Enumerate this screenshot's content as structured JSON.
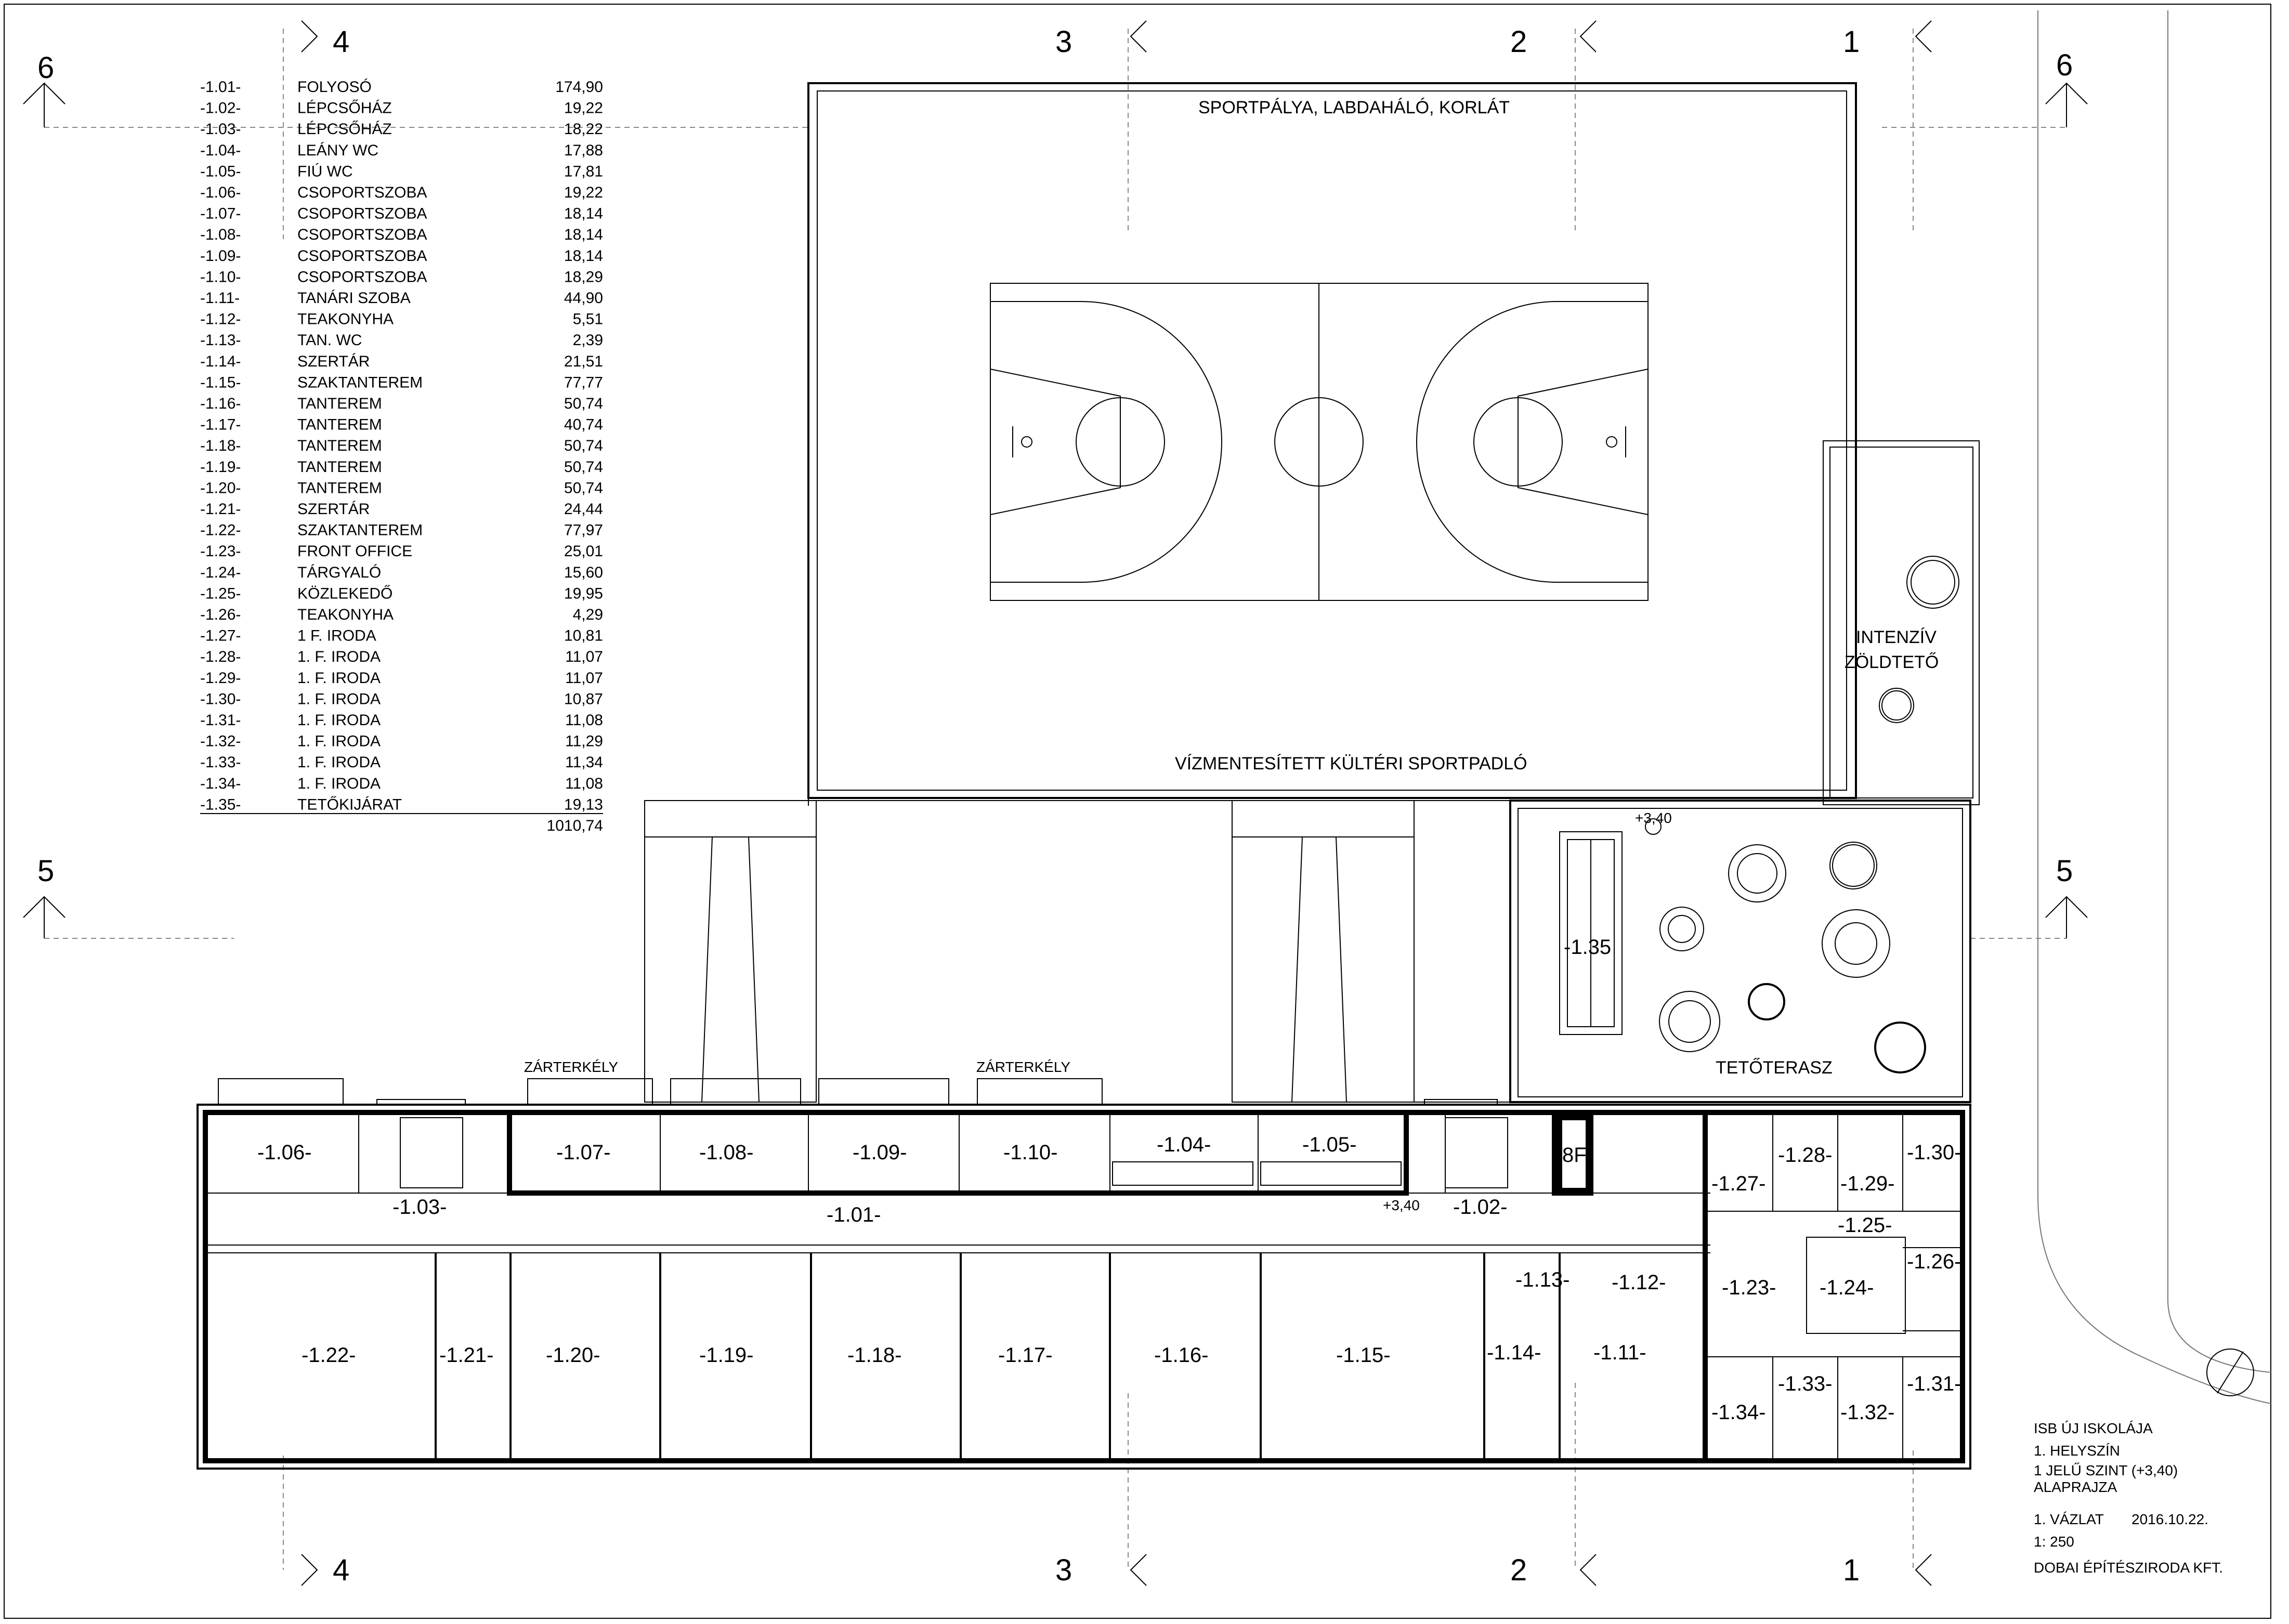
{
  "legend": {
    "rows": [
      {
        "code": "-1.01-",
        "name": "FOLYOSÓ",
        "area": "174,90"
      },
      {
        "code": "-1.02-",
        "name": "LÉPCSŐHÁZ",
        "area": "19,22"
      },
      {
        "code": "-1.03-",
        "name": "LÉPCSŐHÁZ",
        "area": "18,22"
      },
      {
        "code": "-1.04-",
        "name": "LEÁNY WC",
        "area": "17,88"
      },
      {
        "code": "-1.05-",
        "name": "FIÚ WC",
        "area": "17,81"
      },
      {
        "code": "-1.06-",
        "name": "CSOPORTSZOBA",
        "area": "19,22"
      },
      {
        "code": "-1.07-",
        "name": "CSOPORTSZOBA",
        "area": "18,14"
      },
      {
        "code": "-1.08-",
        "name": "CSOPORTSZOBA",
        "area": "18,14"
      },
      {
        "code": "-1.09-",
        "name": "CSOPORTSZOBA",
        "area": "18,14"
      },
      {
        "code": "-1.10-",
        "name": "CSOPORTSZOBA",
        "area": "18,29"
      },
      {
        "code": "-1.11-",
        "name": "TANÁRI SZOBA",
        "area": "44,90"
      },
      {
        "code": "-1.12-",
        "name": "TEAKONYHA",
        "area": "5,51"
      },
      {
        "code": "-1.13-",
        "name": "TAN. WC",
        "area": "2,39"
      },
      {
        "code": "-1.14-",
        "name": "SZERTÁR",
        "area": "21,51"
      },
      {
        "code": "-1.15-",
        "name": "SZAKTANTEREM",
        "area": "77,77"
      },
      {
        "code": "-1.16-",
        "name": "TANTEREM",
        "area": "50,74"
      },
      {
        "code": "-1.17-",
        "name": "TANTEREM",
        "area": "40,74"
      },
      {
        "code": "-1.18-",
        "name": "TANTEREM",
        "area": "50,74"
      },
      {
        "code": "-1.19-",
        "name": "TANTEREM",
        "area": "50,74"
      },
      {
        "code": "-1.20-",
        "name": "TANTEREM",
        "area": "50,74"
      },
      {
        "code": "-1.21-",
        "name": "SZERTÁR",
        "area": "24,44"
      },
      {
        "code": "-1.22-",
        "name": "SZAKTANTEREM",
        "area": "77,97"
      },
      {
        "code": "-1.23-",
        "name": "FRONT OFFICE",
        "area": "25,01"
      },
      {
        "code": "-1.24-",
        "name": "TÁRGYALÓ",
        "area": "15,60"
      },
      {
        "code": "-1.25-",
        "name": "KÖZLEKEDŐ",
        "area": "19,95"
      },
      {
        "code": "-1.26-",
        "name": "TEAKONYHA",
        "area": "4,29"
      },
      {
        "code": "-1.27-",
        "name": "1 F. IRODA",
        "area": "10,81"
      },
      {
        "code": "-1.28-",
        "name": "1. F. IRODA",
        "area": "11,07"
      },
      {
        "code": "-1.29-",
        "name": "1. F. IRODA",
        "area": "11,07"
      },
      {
        "code": "-1.30-",
        "name": "1. F. IRODA",
        "area": "10,87"
      },
      {
        "code": "-1.31-",
        "name": "1. F. IRODA",
        "area": "11,08"
      },
      {
        "code": "-1.32-",
        "name": "1. F. IRODA",
        "area": "11,29"
      },
      {
        "code": "-1.33-",
        "name": "1. F. IRODA",
        "area": "11,34"
      },
      {
        "code": "-1.34-",
        "name": "1. F. IRODA",
        "area": "11,08"
      },
      {
        "code": "-1.35-",
        "name": "TETŐKIJÁRAT",
        "area": "19,13"
      }
    ],
    "total": "1010,74"
  },
  "labels": {
    "sportpalya": "SPORTPÁLYA, LABDAHÁLÓ, KORLÁT",
    "sportpadlo": "VÍZMENTESÍTETT KÜLTÉRI SPORTPADLÓ",
    "zoldteto_1": "INTENZÍV",
    "zoldteto_2": "ZÖLDTETŐ",
    "tetoterasz": "TETŐTERASZ",
    "zarterkely": "ZÁRTERKÉLY",
    "level_mark": "+3,40",
    "core": "8F"
  },
  "rooms": {
    "r101": "-1.01-",
    "r102": "-1.02-",
    "r103": "-1.03-",
    "r104": "-1.04-",
    "r105": "-1.05-",
    "r106": "-1.06-",
    "r107": "-1.07-",
    "r108": "-1.08-",
    "r109": "-1.09-",
    "r110": "-1.10-",
    "r111": "-1.11-",
    "r112": "-1.12-",
    "r113": "-1.13-",
    "r114": "-1.14-",
    "r115": "-1.15-",
    "r116": "-1.16-",
    "r117": "-1.17-",
    "r118": "-1.18-",
    "r119": "-1.19-",
    "r120": "-1.20-",
    "r121": "-1.21-",
    "r122": "-1.22-",
    "r123": "-1.23-",
    "r124": "-1.24-",
    "r125": "-1.25-",
    "r126": "-1.26-",
    "r127": "-1.27-",
    "r128": "-1.28-",
    "r129": "-1.29-",
    "r130": "-1.30-",
    "r131": "-1.31-",
    "r132": "-1.32-",
    "r133": "-1.33-",
    "r134": "-1.34-",
    "r135": "-1.35"
  },
  "sections": {
    "s1": "1",
    "s2": "2",
    "s3": "3",
    "s4": "4",
    "s5": "5",
    "s6": "6"
  },
  "title_block": {
    "project": "ISB ÚJ ISKOLÁJA",
    "site": "1. HELYSZÍN",
    "level": "1 JELŰ SZINT (+3,40)",
    "plan": "ALAPRAJZA",
    "draft": "1. VÁZLAT",
    "date": "2016.10.22.",
    "scale": "1: 250",
    "office": "DOBAI ÉPÍTÉSZIRODA KFT."
  },
  "colors": {
    "line": "#000000",
    "thin_gray": "#777777",
    "background": "#ffffff"
  }
}
